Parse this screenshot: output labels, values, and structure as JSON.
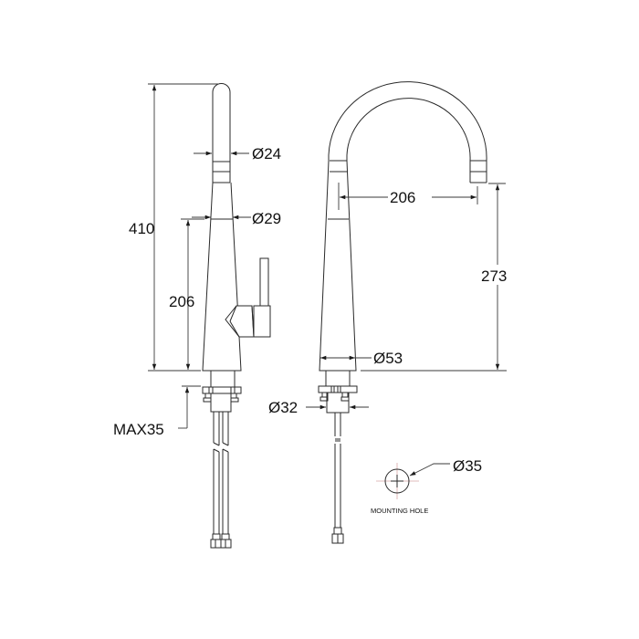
{
  "drawing": {
    "title": "Kitchen faucet dimension drawing",
    "side_view": {
      "total_height": "410",
      "spout_diameter": "Ø24",
      "body_top_diameter": "Ø29",
      "body_height": "206",
      "max_deck_thickness": "MAX35"
    },
    "front_view": {
      "spout_reach": "206",
      "spout_outlet_height": "273",
      "base_diameter": "Ø53",
      "shank_diameter": "Ø32"
    },
    "mounting_hole": {
      "diameter": "Ø35",
      "label": "MOUNTING HOLE"
    },
    "colors": {
      "line": "#2a2a2a",
      "centerline": "#d9a8a8",
      "background": "#ffffff"
    }
  }
}
